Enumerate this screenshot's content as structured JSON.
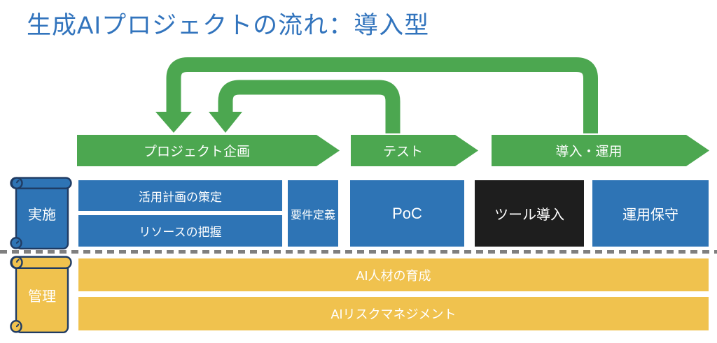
{
  "title": "生成AIプロジェクトの流れ：導入型",
  "phases": [
    {
      "label": "プロジェクト企画"
    },
    {
      "label": "テスト"
    },
    {
      "label": "導入・運用"
    }
  ],
  "impl": {
    "row_label": "実施",
    "plan": "活用計画の策定",
    "resource": "リソースの把握",
    "requirements": "要件定義",
    "poc": "PoC",
    "tool": "ツール導入",
    "maintain": "運用保守"
  },
  "mgmt": {
    "row_label": "管理",
    "training": "AI人材の育成",
    "risk": "AIリスクマネジメント"
  },
  "icons": {
    "implementation_row": "scroll-icon",
    "management_row": "scroll-icon",
    "feedback": "curved-down-arrow-icon"
  },
  "colors": {
    "green": "#4CA750",
    "blue": "#2E74B5",
    "yellow": "#F0C24E",
    "black_box": "#1E1E1E",
    "title_blue": "#3274BD",
    "scroll_border": "#1F3B63",
    "dash_gray": "#7F7F7F",
    "text_on_fill": "#FFFFFF"
  }
}
